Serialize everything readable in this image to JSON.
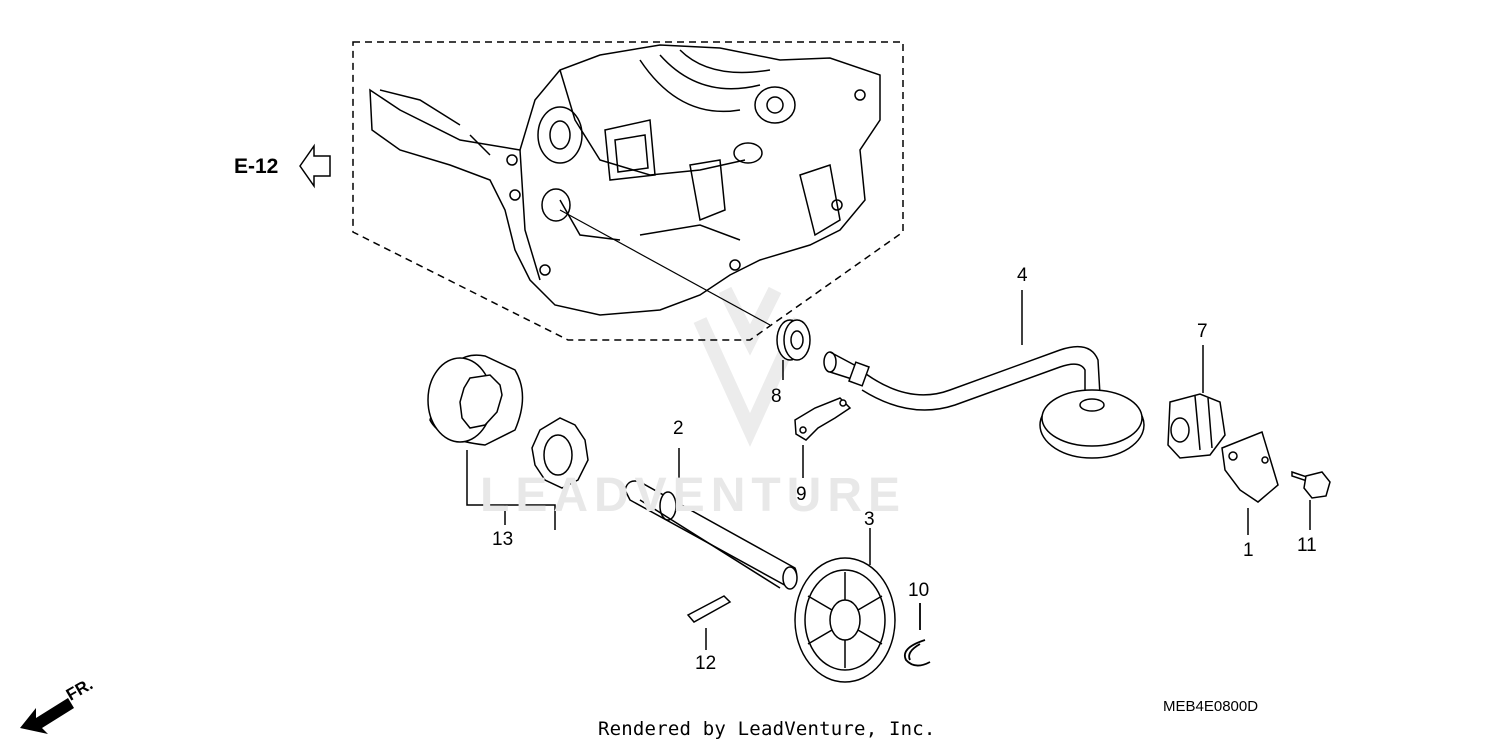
{
  "reference": {
    "text": "E-12"
  },
  "direction": {
    "text": "FR."
  },
  "parts": [
    {
      "num": "1"
    },
    {
      "num": "2"
    },
    {
      "num": "3"
    },
    {
      "num": "4"
    },
    {
      "num": "7"
    },
    {
      "num": "8"
    },
    {
      "num": "9"
    },
    {
      "num": "10"
    },
    {
      "num": "11"
    },
    {
      "num": "12"
    },
    {
      "num": "13"
    }
  ],
  "diagram_code": "MEB4E0800D",
  "footer": "Rendered by LeadVenture, Inc.",
  "watermark": "LEADVENTURE"
}
